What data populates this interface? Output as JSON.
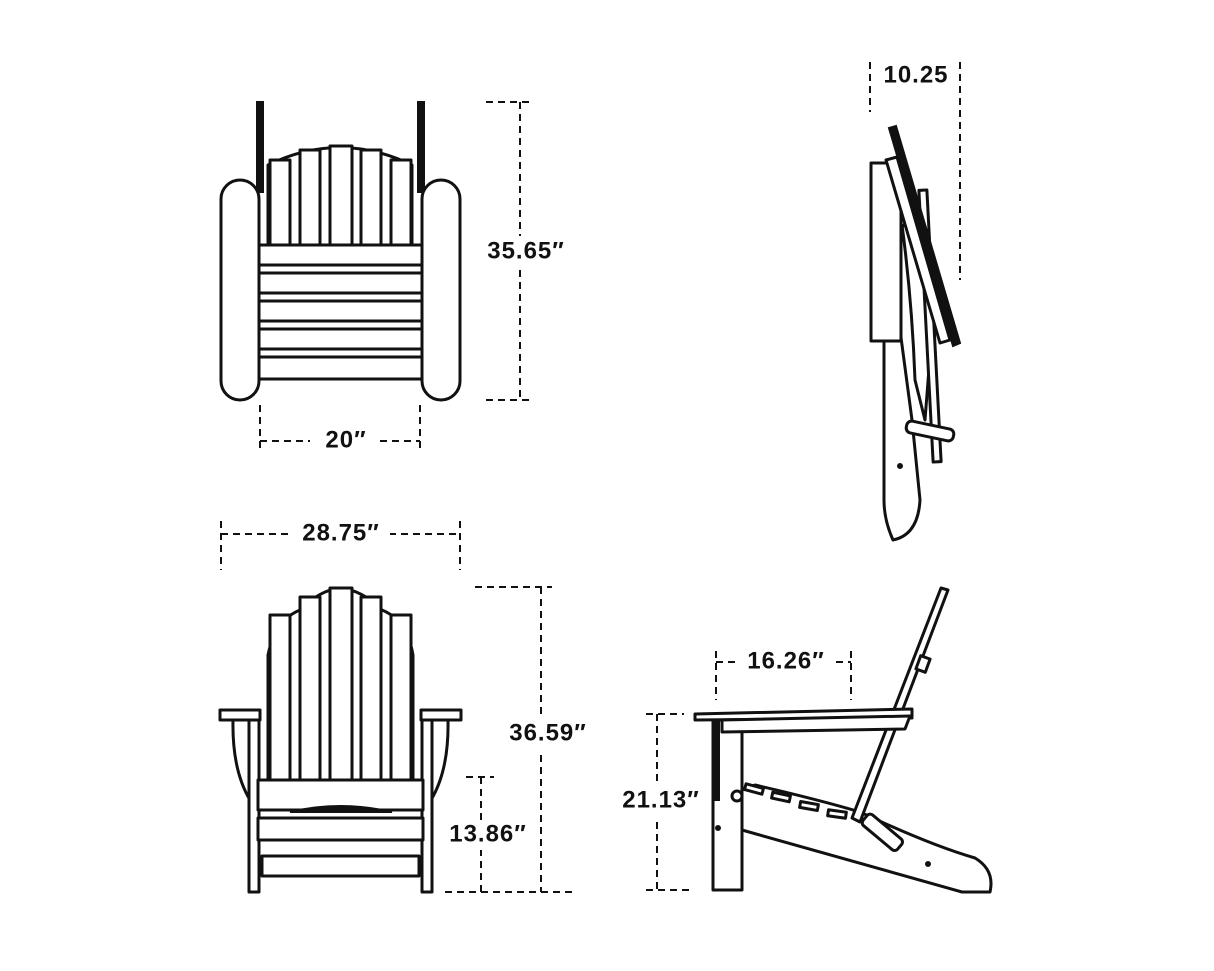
{
  "dimensions": {
    "top_view_depth": "35.65″",
    "top_view_seat_width": "20″",
    "folded_depth": "10.25",
    "front_overall_width": "28.75″",
    "front_overall_height": "36.59″",
    "front_seat_height": "13.86″",
    "side_seat_depth": "16.26″",
    "side_arm_height": "21.13″"
  },
  "colors": {
    "line": "#111111",
    "background": "#ffffff"
  }
}
